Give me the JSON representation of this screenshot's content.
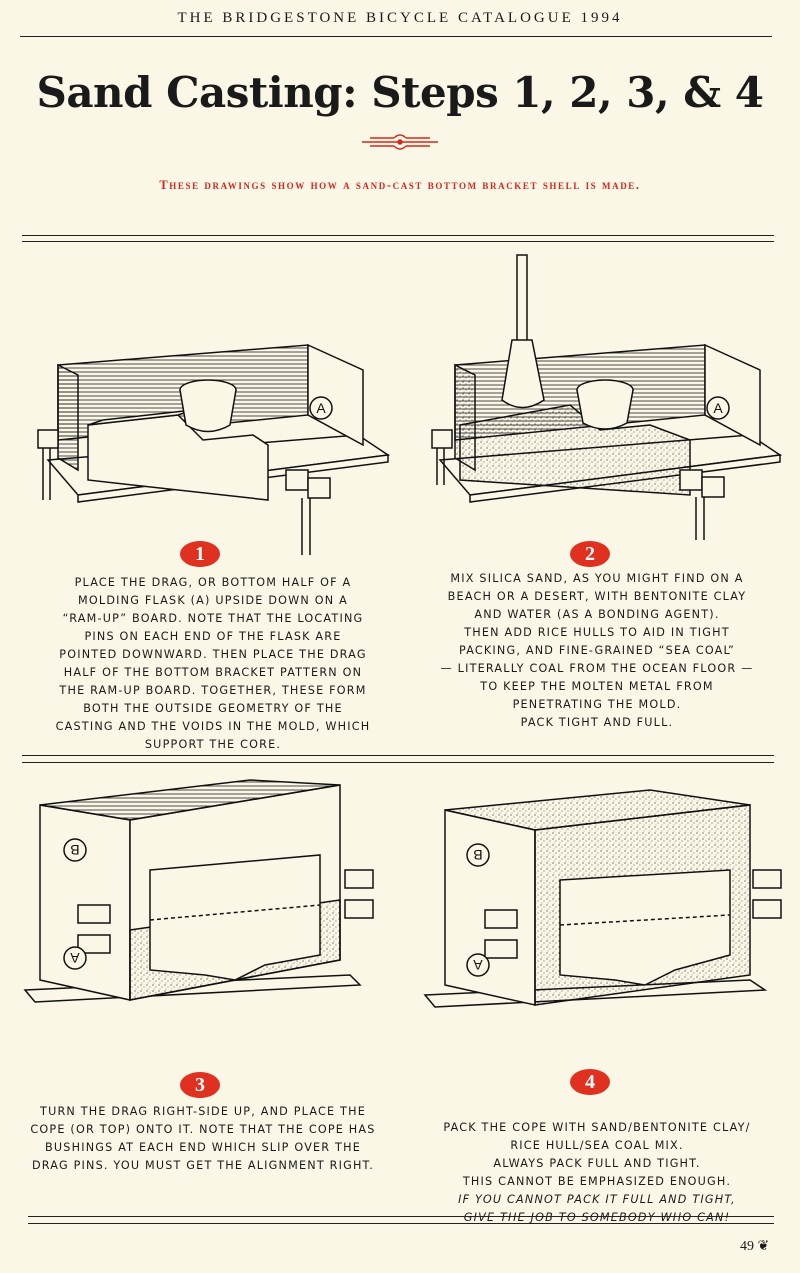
{
  "header": {
    "running_title": "THE BRIDGESTONE BICYCLE CATALOGUE 1994"
  },
  "page": {
    "title": "Sand Casting: Steps 1, 2, 3, & 4",
    "subtitle": "These drawings show how a sand-cast bottom bracket shell is made.",
    "page_number": "49"
  },
  "colors": {
    "accent_red": "#e0301f",
    "paper": "#fbf7e6",
    "ink": "#1a1a1a"
  },
  "steps": [
    {
      "number": "1",
      "flask_label": "A",
      "text": "Place the drag, or bottom half of a\nmolding flask (A) upside down on a\n“ram-up” board. Note that the locating\npins on each end of the flask are\npointed downward. Then place the drag\nhalf of the bottom bracket pattern on\nthe ram-up board. Together, these form\nboth the outside geometry of the\ncasting and the voids in the mold, which\nsupport the core."
    },
    {
      "number": "2",
      "flask_label": "A",
      "text": "Mix silica sand, as you might find on a\nbeach or a desert, with bentonite clay\nand water (as a bonding agent).\nThen add rice hulls to aid in tight\npacking, and fine-grained “sea coal”\n— literally coal from the ocean floor —\nto keep the molten metal from\npenetrating the mold.\nPack tight and full."
    },
    {
      "number": "3",
      "flask_label_top": "B",
      "flask_label_bottom": "A",
      "text": "Turn the drag right-side up, and place the\ncope (or top) onto it. Note that the cope has\nbushings at each end which slip over the\ndrag pins. You must get the alignment right."
    },
    {
      "number": "4",
      "flask_label_top": "B",
      "flask_label_bottom": "A",
      "text": "Pack the cope with sand/bentonite clay/\nrice hull/sea coal mix.\nAlways pack full and tight.\nThis cannot be emphasized enough.",
      "text_italic": "If you cannot pack it full and tight,\ngive the job to somebody who can!"
    }
  ]
}
